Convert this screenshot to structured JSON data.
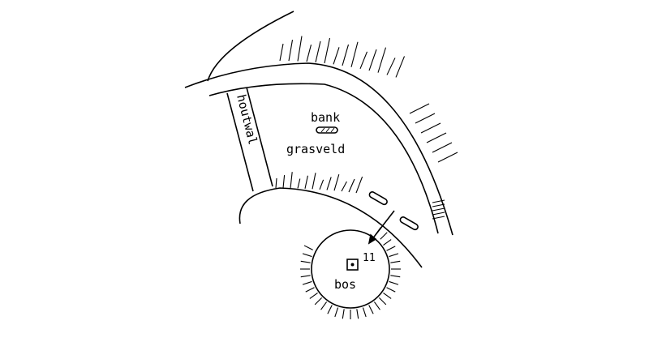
{
  "labels": {
    "hedgerow": "houtwal",
    "bench": "bank",
    "lawn": "grasveld",
    "forest": "bos",
    "marker_number": "11"
  },
  "colors": {
    "ink": "#000000",
    "paper": "#ffffff"
  }
}
